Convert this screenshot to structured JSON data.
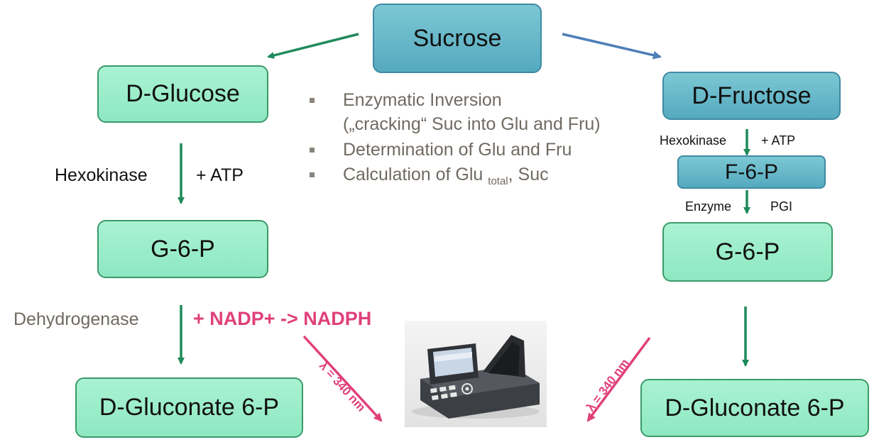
{
  "nodes": {
    "sucrose": "Sucrose",
    "d_glucose": "D-Glucose",
    "d_fructose": "D-Fructose",
    "g6p_left": "G-6-P",
    "f6p": "F-6-P",
    "g6p_right": "G-6-P",
    "gluconate_left": "D-Gluconate 6-P",
    "gluconate_right": "D-Gluconate 6-P"
  },
  "labels": {
    "hexokinase_left": "Hexokinase",
    "atp_left": "+ ATP",
    "hexokinase_right": "Hexokinase",
    "atp_right": "+ ATP",
    "enzyme": "Enzyme",
    "pgi": "PGI",
    "dehydrogenase": "Dehydrogenase",
    "nadp": "+ NADP+ -> NADPH",
    "lambda_left": "λ = 340 nm",
    "lambda_right": "λ = 340 nm"
  },
  "bullets": {
    "item1_line1": "Enzymatic Inversion",
    "item1_line2": "(„cracking“ Suc into Glu and Fru)",
    "item2": "Determination of Glu and Fru",
    "item3_main": "Calculation of Glu ",
    "item3_sub": "total",
    "item3_tail": ", Suc"
  },
  "colors": {
    "green_arrow": "#1e8a5a",
    "blue_arrow": "#4f7fb8",
    "magenta": "#e0407a",
    "box_green": "#9beecb",
    "box_teal": "#5fb3c7"
  }
}
